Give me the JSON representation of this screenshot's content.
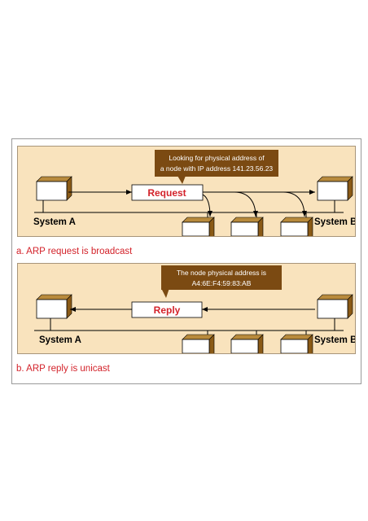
{
  "panel_a": {
    "callout_line1": "Looking for physical address of",
    "callout_line2": "a node with IP address 141.23.56.23",
    "message_label": "Request",
    "left_system": "System A",
    "right_system": "System B",
    "caption": "a. ARP request is broadcast"
  },
  "panel_b": {
    "callout_line1": "The node physical address is",
    "callout_line2": "A4:6E:F4:59:83:AB",
    "message_label": "Reply",
    "left_system": "System A",
    "right_system": "System B",
    "caption": "b. ARP reply is unicast"
  },
  "colors": {
    "panel_bg": "#f9e3bd",
    "callout_bg": "#7b4a12",
    "caption_red": "#d3222a",
    "box_side": "#8a5a16"
  }
}
